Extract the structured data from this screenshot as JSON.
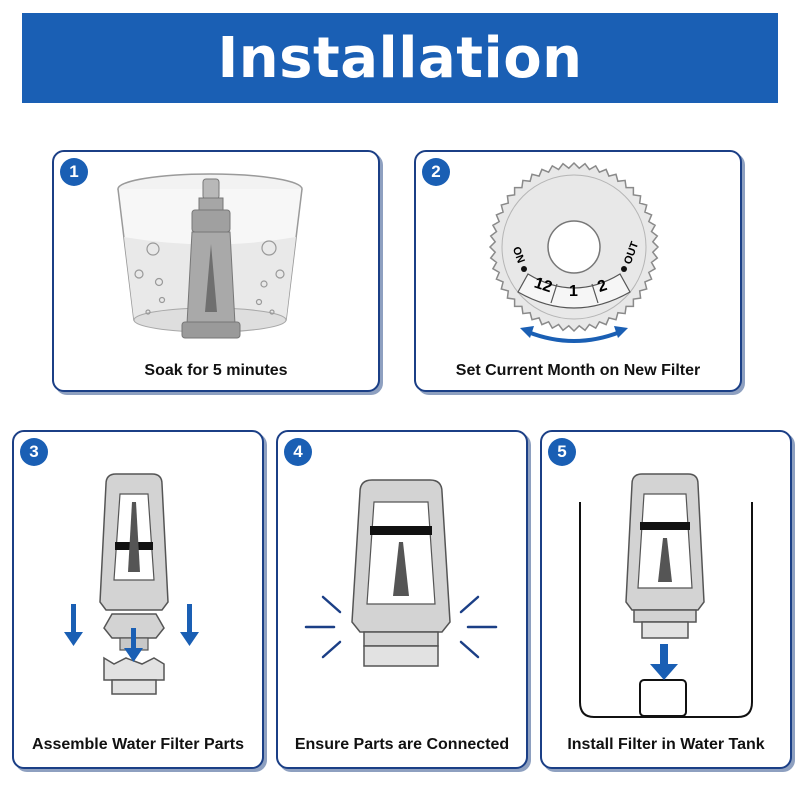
{
  "header": {
    "title": "Installation"
  },
  "steps": [
    {
      "number": "1",
      "caption": "Soak for 5 minutes"
    },
    {
      "number": "2",
      "caption": "Set Current Month on New Filter",
      "dial": {
        "on_label": "ON",
        "out_label": "OUT",
        "months": [
          "12",
          "1",
          "2"
        ]
      }
    },
    {
      "number": "3",
      "caption": "Assemble Water Filter Parts"
    },
    {
      "number": "4",
      "caption": "Ensure Parts are Connected"
    },
    {
      "number": "5",
      "caption": "Install Filter in Water Tank"
    }
  ],
  "colors": {
    "brand_blue": "#1a5fb4",
    "border_navy": "#1b3f86"
  }
}
